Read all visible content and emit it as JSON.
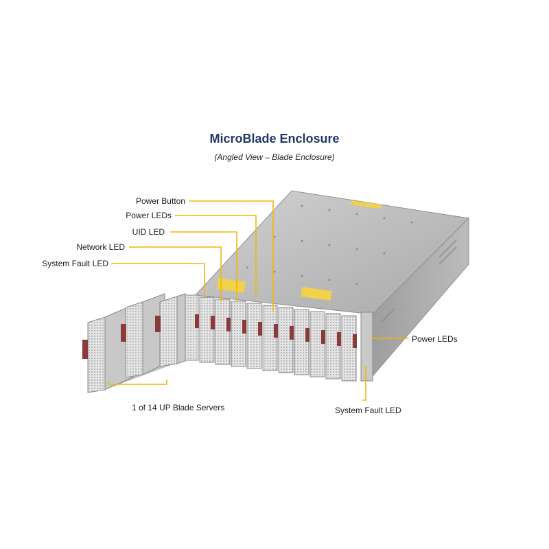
{
  "title": "MicroBlade Enclosure",
  "subtitle": "(Angled View – Blade Enclosure)",
  "callouts": {
    "power_button": "Power Button",
    "power_leds_top": "Power LEDs",
    "uid_led": "UID LED",
    "network_led": "Network LED",
    "system_fault_led_top": "System Fault LED",
    "blade_servers": "1 of 14 UP Blade Servers",
    "power_leds_right": "Power LEDs",
    "system_fault_led_bottom": "System Fault LED"
  },
  "colors": {
    "title": "#1f3864",
    "leader_line": "#f2b705",
    "chassis": "#b8b8b8",
    "blade_face": "#d9d9d9",
    "latch": "#8a3a3a"
  },
  "blades": {
    "installed_count": 11,
    "pulled_out_count": 3,
    "total": 14
  }
}
